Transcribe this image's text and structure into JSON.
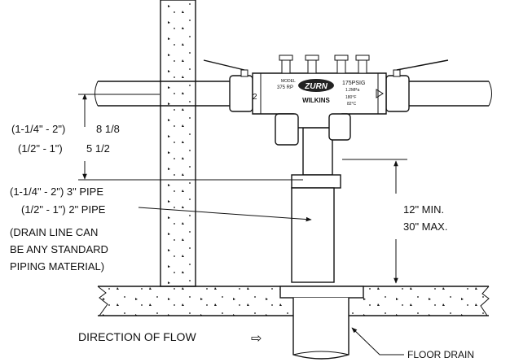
{
  "diagram": {
    "dimension_top": {
      "line1_spec": "(1-1/4\" - 2\")",
      "line1_value": "8 1/8",
      "line2_spec": "(1/2\" - 1\")",
      "line2_value": "5 1/2"
    },
    "pipe_size": {
      "line1": "(1-1/4\" - 2\") 3\" PIPE",
      "line2": "(1/2\" - 1\") 2\" PIPE"
    },
    "drain_note": {
      "line1": "(DRAIN LINE CAN",
      "line2": "BE  ANY STANDARD",
      "line3": "PIPING MATERIAL)"
    },
    "height_range": {
      "min": "12\" MIN.",
      "max": "30\" MAX."
    },
    "flow_label": "DIRECTION OF FLOW",
    "flow_arrow": "⇨",
    "floor_drain_label": "FLOOR DRAIN",
    "valve": {
      "brand": "ZURN",
      "sub_brand": "WILKINS",
      "model_caption": "MODEL",
      "model": "375  RP",
      "pressure_psi": "175PSIG",
      "pressure_mpa": "1.2MPa",
      "temp_f": "180°F",
      "temp_c": "82°C",
      "port_number": "2"
    }
  }
}
